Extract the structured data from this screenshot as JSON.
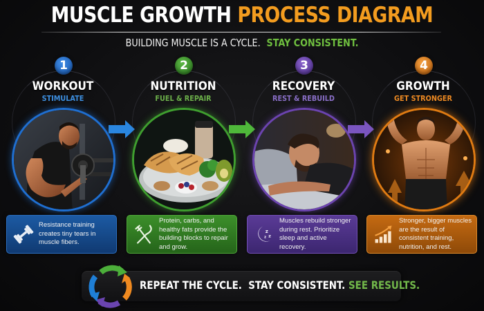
{
  "header": {
    "title_part1": "MUSCLE GROWTH",
    "title_part2": "PROCESS DIAGRAM",
    "subtitle_part1": "BUILDING MUSCLE IS A CYCLE.",
    "subtitle_part2": "STAY CONSISTENT."
  },
  "colors": {
    "title_accent": "#f39c1f",
    "subtitle_accent": "#6fbf3f",
    "workout": "#1f6fd1",
    "nutrition": "#3f9f2f",
    "recovery": "#6c44b0",
    "growth": "#e07b12"
  },
  "steps": [
    {
      "number": "1",
      "title": "WORKOUT",
      "subtitle": "STIMULATE",
      "image": "man-lifting-dumbbell-photo",
      "icon": "dumbbell-icon",
      "description": "Resistance training creates tiny tears in muscle fibers."
    },
    {
      "number": "2",
      "title": "NUTRITION",
      "subtitle": "FUEL & REPAIR",
      "image": "healthy-meal-plate-photo",
      "icon": "fork-knife-icon",
      "description": "Protein, carbs, and healthy fats provide the building blocks to repair and grow."
    },
    {
      "number": "3",
      "title": "RECOVERY",
      "subtitle": "REST & REBUILD",
      "image": "man-sleeping-photo",
      "icon": "sleep-moon-icon",
      "description": "Muscles rebuild stronger during rest. Prioritize sleep and active recovery."
    },
    {
      "number": "4",
      "title": "GROWTH",
      "subtitle": "GET STRONGER",
      "image": "muscular-man-flexing-photo",
      "icon": "growth-bar-chart-icon",
      "description": "Stronger, bigger muscles are the result of consistent training, nutrition, and rest."
    }
  ],
  "footer": {
    "icon": "cycle-arrows-icon",
    "text_part1": "REPEAT THE CYCLE.  STAY CONSISTENT.",
    "text_part2": "SEE RESULTS."
  }
}
